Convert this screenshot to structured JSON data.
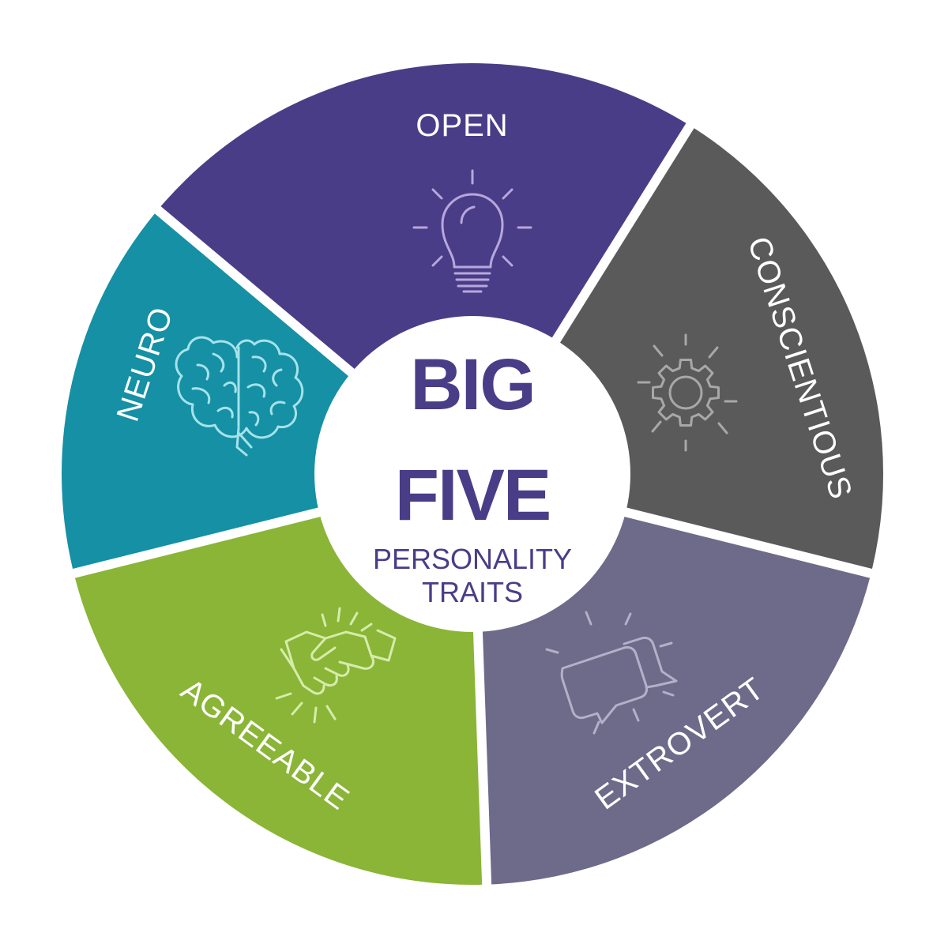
{
  "title": {
    "line1": "BIG",
    "line2": "FIVE",
    "subtitle_line1": "PERSONALITY",
    "subtitle_line2": "TRAITS"
  },
  "colors": {
    "title": "#4a3d87",
    "background": "#ffffff"
  },
  "segments": [
    {
      "label": "OPEN",
      "color": "#4a3d87",
      "icon": "lightbulb-icon",
      "icon_color": "#b7a7dd"
    },
    {
      "label": "CONSCIENTIOUS",
      "color": "#5a5a5a",
      "icon": "gear-icon",
      "icon_color": "#a8a8a8"
    },
    {
      "label": "EXTROVERT",
      "color": "#6d6a8a",
      "icon": "chat-bubbles-icon",
      "icon_color": "#b3b0c8"
    },
    {
      "label": "AGREEABLE",
      "color": "#8ab537",
      "icon": "handshake-icon",
      "icon_color": "#d6ecab"
    },
    {
      "label": "NEURO",
      "color": "#1590a4",
      "icon": "brain-icon",
      "icon_color": "#a6e2ea"
    }
  ]
}
